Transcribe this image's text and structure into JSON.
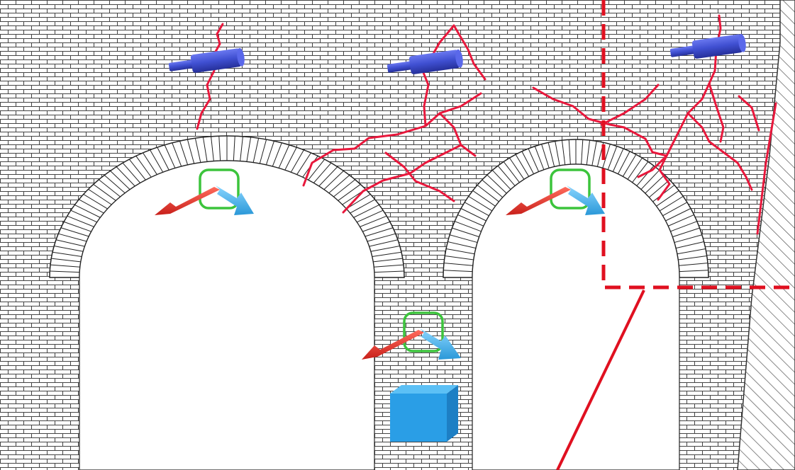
{
  "scene": {
    "kind": "masonry arch bridge elevation",
    "arch_count": 2,
    "sensors": [
      {
        "type": "camera",
        "color": "#3f4fd1"
      },
      {
        "type": "camera",
        "color": "#3f4fd1"
      },
      {
        "type": "camera",
        "color": "#3f4fd1"
      }
    ],
    "markers": [
      {
        "type": "displacement-arrows",
        "arrow_colors": [
          "#e8312f",
          "#3fb3e6"
        ],
        "frame_color": "#3cc43c"
      },
      {
        "type": "displacement-arrows",
        "arrow_colors": [
          "#e8312f",
          "#3fb3e6"
        ],
        "frame_color": "#3cc43c"
      },
      {
        "type": "displacement-arrows",
        "arrow_colors": [
          "#e8312f",
          "#3fb3e6"
        ],
        "frame_color": "#3cc43c"
      }
    ],
    "cube_color": "#2a9ee6",
    "crack_color": "#e8183c",
    "highlight_color": "#e01020",
    "brick_line_color": "#333333"
  }
}
